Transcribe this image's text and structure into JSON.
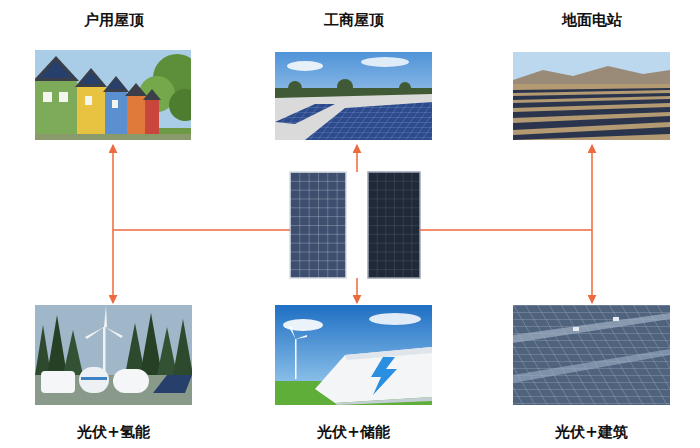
{
  "diagram": {
    "nodes": [
      {
        "text": [
          "户用屋顶"
        ]
      },
      {
        "text": [
          "工商屋顶"
        ]
      },
      {
        "text": [
          "地面电站"
        ]
      },
      {
        "text": [
          "光伏+氢能"
        ]
      },
      {
        "text": [
          "光伏+储能"
        ]
      },
      {
        "text": [
          "光伏+建筑"
        ]
      }
    ]
  }
}
